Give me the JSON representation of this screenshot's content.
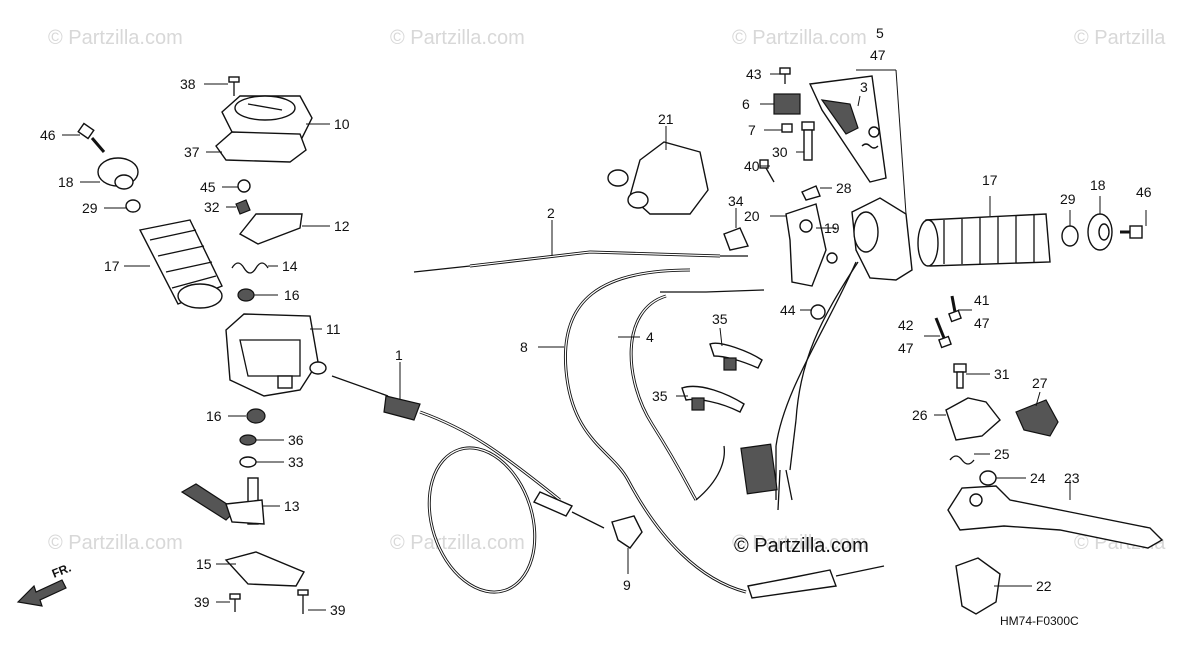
{
  "watermarks": [
    "© Partzilla.com",
    "© Partzilla.com",
    "© Partzilla.com",
    "© Partzilla",
    "© Partzilla.com",
    "© Partzilla.com",
    "© Partzilla.com",
    "© Partzilla"
  ],
  "copyright": "© Partzilla.com",
  "diagram_code": "HM74-F0300C",
  "direction_label": "FR.",
  "callouts": {
    "c38": "38",
    "c10": "10",
    "c46a": "46",
    "c37": "37",
    "c18a": "18",
    "c45": "45",
    "c29a": "29",
    "c32": "32",
    "c12": "12",
    "c17a": "17",
    "c14": "14",
    "c16a": "16",
    "c11": "11",
    "c16b": "16",
    "c36": "36",
    "c33": "33",
    "c13": "13",
    "c15": "15",
    "c39a": "39",
    "c39b": "39",
    "c1": "1",
    "c2": "2",
    "c8": "8",
    "c4": "4",
    "c21": "21",
    "c34": "34",
    "c20": "20",
    "c19": "19",
    "c35a": "35",
    "c35b": "35",
    "c9": "9",
    "c43": "43",
    "c6": "6",
    "c7": "7",
    "c5": "5",
    "c47a": "47",
    "c3": "3",
    "c40": "40",
    "c30": "30",
    "c28": "28",
    "c17b": "17",
    "c29b": "29",
    "c18b": "18",
    "c46b": "46",
    "c44": "44",
    "c41": "41",
    "c47b": "47",
    "c42": "42",
    "c47c": "47",
    "c31": "31",
    "c27": "27",
    "c26": "26",
    "c25": "25",
    "c24": "24",
    "c23": "23",
    "c22": "22"
  }
}
